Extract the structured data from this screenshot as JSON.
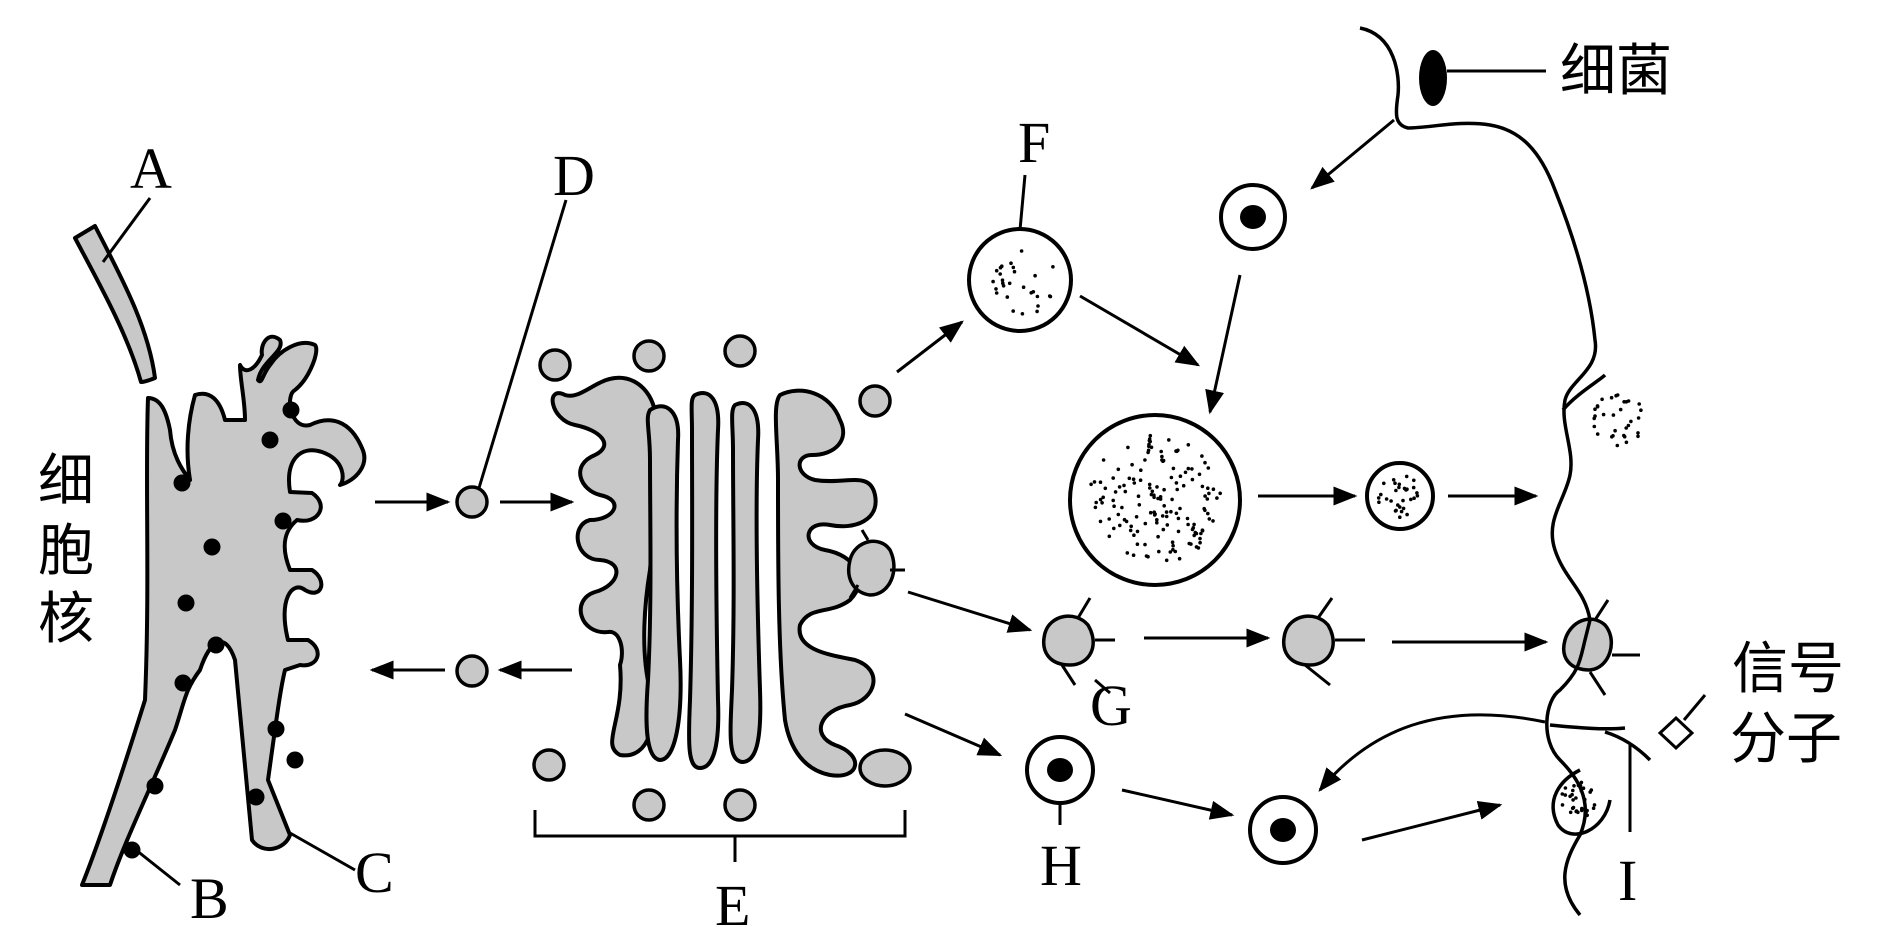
{
  "labels": {
    "A": "A",
    "B": "B",
    "C": "C",
    "D": "D",
    "E": "E",
    "F": "F",
    "G": "G",
    "H": "H",
    "I": "I"
  },
  "nucleus": "细胞核",
  "bacteria": "细菌",
  "signal_line1": "信号",
  "signal_line2": "分子"
}
